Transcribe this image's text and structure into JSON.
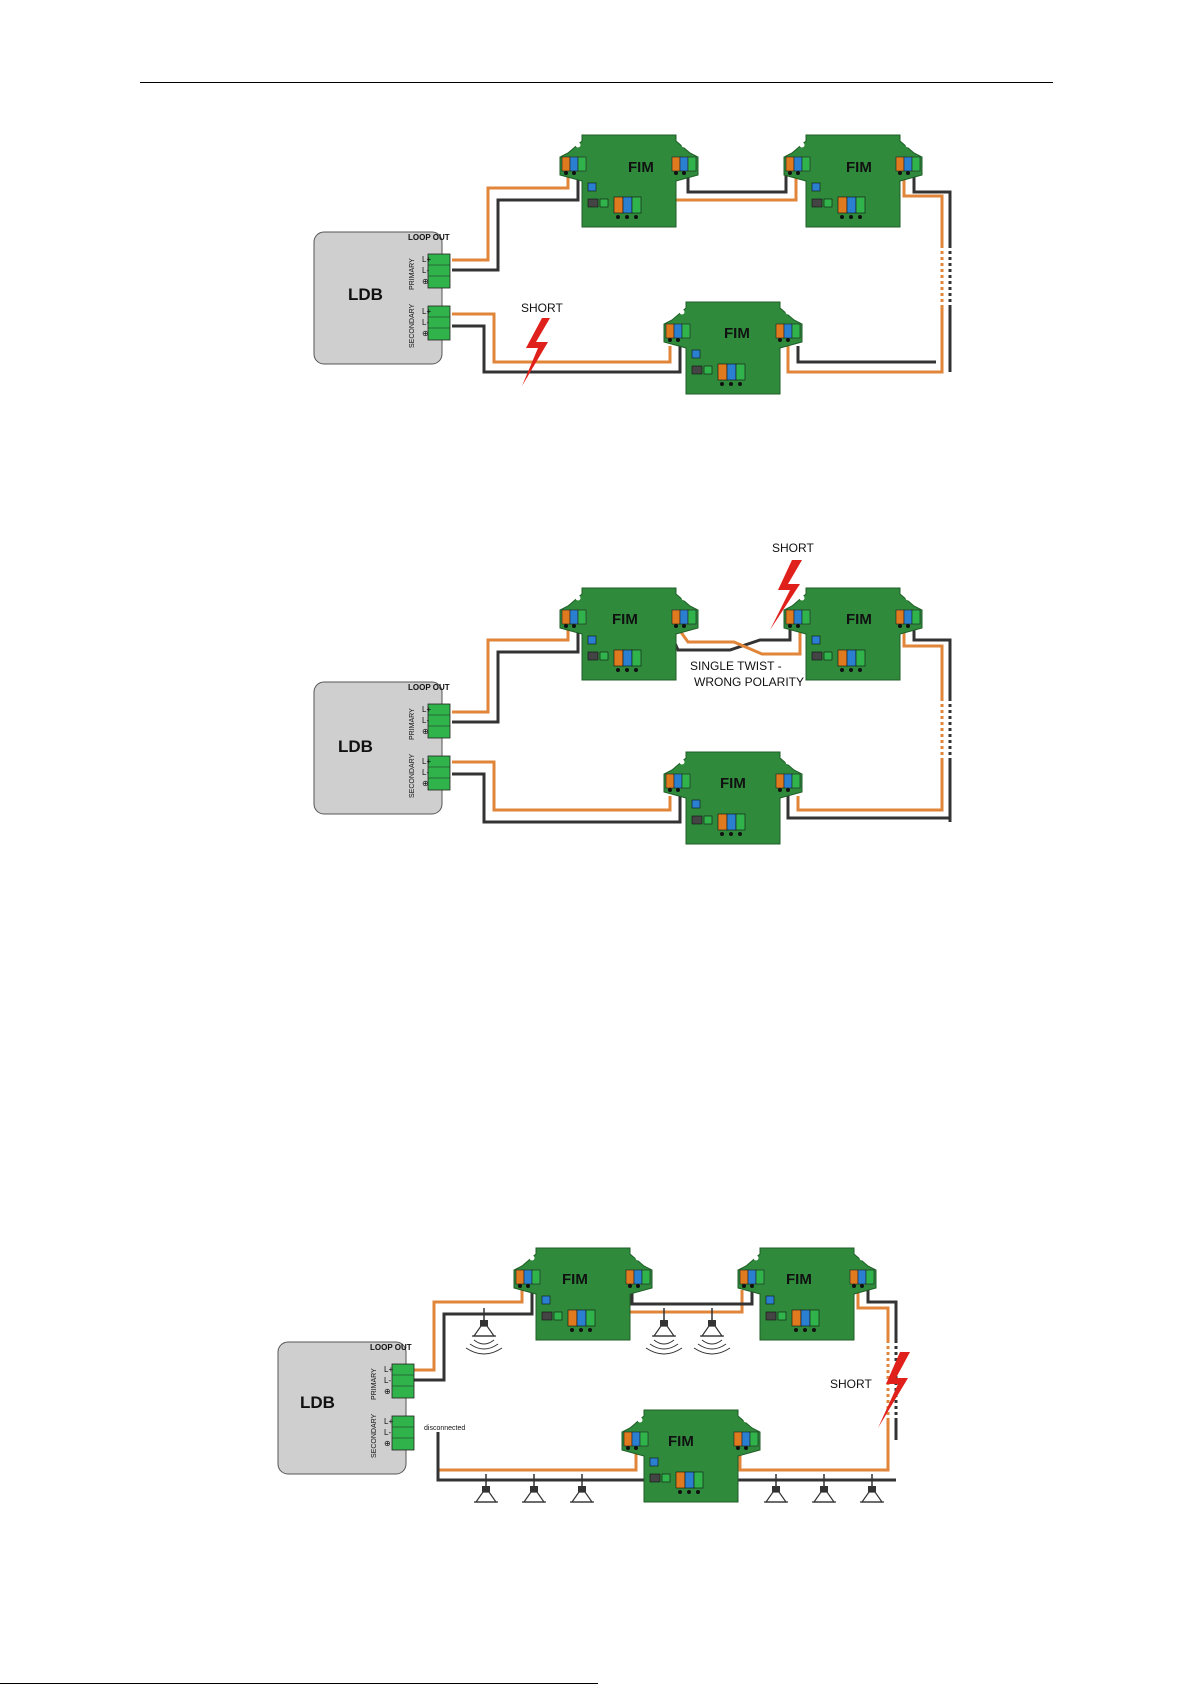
{
  "labels": {
    "fim": "FIM",
    "ldb": "LDB",
    "loop_out": "LOOP OUT",
    "primary": "PRIMARY",
    "secondary": "SECONDARY",
    "l_plus": "L+",
    "l_minus": "L-",
    "ground": "⊕",
    "short": "SHORT",
    "single_twist_line1": "SINGLE TWIST -",
    "single_twist_line2": "WRONG POLARITY",
    "disconnected": "disconnected"
  },
  "colors": {
    "board": "#2f8a3c",
    "board_edge": "#1f5e27",
    "terminal_green": "#2fb34a",
    "terminal_orange": "#e07a1f",
    "terminal_blue": "#2a7fd0",
    "wire_orange": "#e0853a",
    "wire_black": "#333333",
    "ldb_fill": "#cfcfcf",
    "lightning": "#e0201b"
  }
}
